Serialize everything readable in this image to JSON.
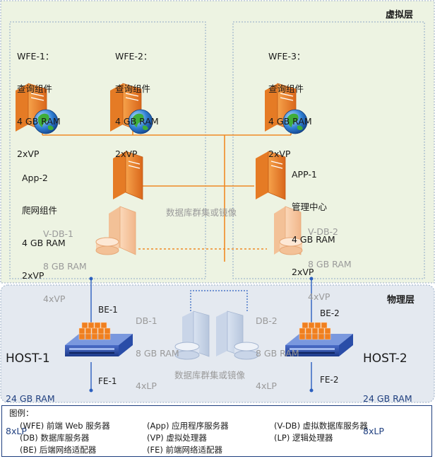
{
  "layers": {
    "virtual": "虚拟层",
    "physical": "物理层"
  },
  "servers": {
    "wfe1": [
      "WFE-1：",
      "查询组件",
      "4 GB RAM",
      "2xVP"
    ],
    "wfe2": [
      "WFE-2：",
      "查询组件",
      "4 GB RAM",
      "2xVP"
    ],
    "wfe3": [
      "WFE-3：",
      "查询组件",
      "4 GB RAM",
      "2xVP"
    ],
    "app2": [
      "App-2",
      "爬网组件",
      "4 GB RAM",
      "2xVP"
    ],
    "app1": [
      "APP-1",
      "管理中心",
      "4 GB RAM",
      "2xVP"
    ],
    "vdb1": [
      "V-DB-1",
      "8 GB RAM",
      "4xVP"
    ],
    "vdb2": [
      "V-DB-2",
      "8 GB RAM",
      "4xVP"
    ],
    "db1": [
      "DB-1",
      "8 GB RAM",
      "4xLP"
    ],
    "db2": [
      "DB-2",
      "8 GB RAM",
      "4xLP"
    ]
  },
  "cluster_labels": {
    "virtual": "数据库群集或镜像",
    "physical": "数据库群集或镜像"
  },
  "hosts": {
    "host1": {
      "name": "HOST-1",
      "ram": "24 GB RAM",
      "lp": "8xLP",
      "be": "BE-1",
      "fe": "FE-1"
    },
    "host2": {
      "name": "HOST-2",
      "ram": "24 GB RAM",
      "lp": "8xLP",
      "be": "BE-2",
      "fe": "FE-2"
    }
  },
  "legend": {
    "title": "图例：",
    "items": [
      "(WFE) 前端 Web 服务器",
      "(App) 应用程序服务器",
      "(V-DB) 虚拟数据库服务器",
      "(DB) 数据库服务器",
      "(VP) 虚拟处理器",
      "(LP) 逻辑处理器",
      "(BE) 后端网络适配器",
      "(FE) 前端网络适配器"
    ]
  },
  "colors": {
    "virtual_bg": "#edf3e2",
    "physical_bg": "#e4e9f0",
    "accent_orange": "#f08a24",
    "link_blue": "#2b5fbf",
    "legend_border": "#1f3f7f"
  }
}
